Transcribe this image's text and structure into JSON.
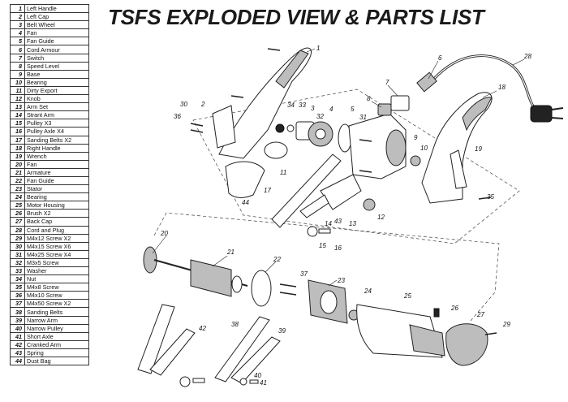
{
  "title": "TSFS EXPLODED VIEW & PARTS LIST",
  "parts_list": [
    {
      "num": "1",
      "name": "Left Handle"
    },
    {
      "num": "2",
      "name": "Left Cap"
    },
    {
      "num": "3",
      "name": "Belt Wheel"
    },
    {
      "num": "4",
      "name": "Fan"
    },
    {
      "num": "5",
      "name": "Fan Guide"
    },
    {
      "num": "6",
      "name": "Cord Armour"
    },
    {
      "num": "7",
      "name": "Switch"
    },
    {
      "num": "8",
      "name": "Speed Level"
    },
    {
      "num": "9",
      "name": "Base"
    },
    {
      "num": "10",
      "name": "Bearing"
    },
    {
      "num": "11",
      "name": "Dirty Export"
    },
    {
      "num": "12",
      "name": "Knob"
    },
    {
      "num": "13",
      "name": "Arm Set"
    },
    {
      "num": "14",
      "name": "Strant Arm"
    },
    {
      "num": "15",
      "name": "Pulley  X3"
    },
    {
      "num": "16",
      "name": "Pulley Axle  X4"
    },
    {
      "num": "17",
      "name": "Sanding Belts  X2"
    },
    {
      "num": "18",
      "name": "Right Handle"
    },
    {
      "num": "19",
      "name": "Wrench"
    },
    {
      "num": "20",
      "name": "Fan"
    },
    {
      "num": "21",
      "name": "Armature"
    },
    {
      "num": "22",
      "name": "Fan Guide"
    },
    {
      "num": "23",
      "name": "Stator"
    },
    {
      "num": "24",
      "name": "Bearing"
    },
    {
      "num": "25",
      "name": "Motor Housing"
    },
    {
      "num": "26",
      "name": "Brush  X2"
    },
    {
      "num": "27",
      "name": "Back Cap"
    },
    {
      "num": "28",
      "name": "Cord and Plug"
    },
    {
      "num": "29",
      "name": "M4x12 Screw  X2"
    },
    {
      "num": "30",
      "name": "M4x15 Screw  X6"
    },
    {
      "num": "31",
      "name": "M4x25 Screw  X4"
    },
    {
      "num": "32",
      "name": "M3x5 Screw"
    },
    {
      "num": "33",
      "name": "Washer"
    },
    {
      "num": "34",
      "name": "Nut"
    },
    {
      "num": "35",
      "name": "M4x8 Screw"
    },
    {
      "num": "36",
      "name": "M4x10 Screw"
    },
    {
      "num": "37",
      "name": "M4x50 Screw  X2"
    },
    {
      "num": "38",
      "name": "Sanding Belts"
    },
    {
      "num": "39",
      "name": "Narrow Arm"
    },
    {
      "num": "40",
      "name": "Narrow Pulley"
    },
    {
      "num": "41",
      "name": "Short Axle"
    },
    {
      "num": "42",
      "name": "Cranked Arm"
    },
    {
      "num": "43",
      "name": "Spring"
    },
    {
      "num": "44",
      "name": "Dust Bag"
    }
  ],
  "callouts": [
    "1",
    "2",
    "3",
    "4",
    "5",
    "6",
    "7",
    "8",
    "9",
    "10",
    "11",
    "12",
    "13",
    "14",
    "15",
    "16",
    "17",
    "18",
    "19",
    "20",
    "21",
    "22",
    "23",
    "24",
    "25",
    "26",
    "27",
    "28",
    "29",
    "30",
    "31",
    "32",
    "33",
    "34",
    "35",
    "36",
    "37",
    "38",
    "39",
    "40",
    "41",
    "42",
    "43",
    "44"
  ]
}
